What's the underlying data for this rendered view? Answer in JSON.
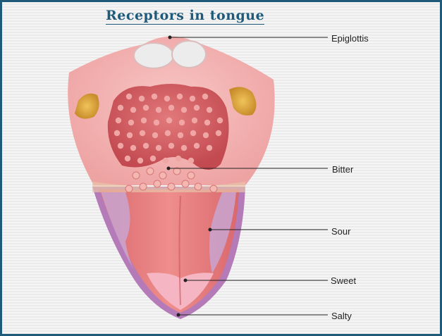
{
  "title": "Receptors in tongue",
  "labels": {
    "epiglottis": "Epiglottis",
    "bitter": "Bitter",
    "sour": "Sour",
    "sweet": "Sweet",
    "salty": "Salty"
  },
  "colors": {
    "frame_border": "#1f5a7a",
    "title": "#1f5a7a",
    "tongue_body": "#e67b7d",
    "throat_pink": "#f2b3b3",
    "tonsil_yellow": "#d9a237",
    "back_papillae": "#d65a5e",
    "salty_edge": "#b57bb8",
    "sour_sides": "#c9a4d0",
    "sweet_tip": "#f5b5c2"
  }
}
